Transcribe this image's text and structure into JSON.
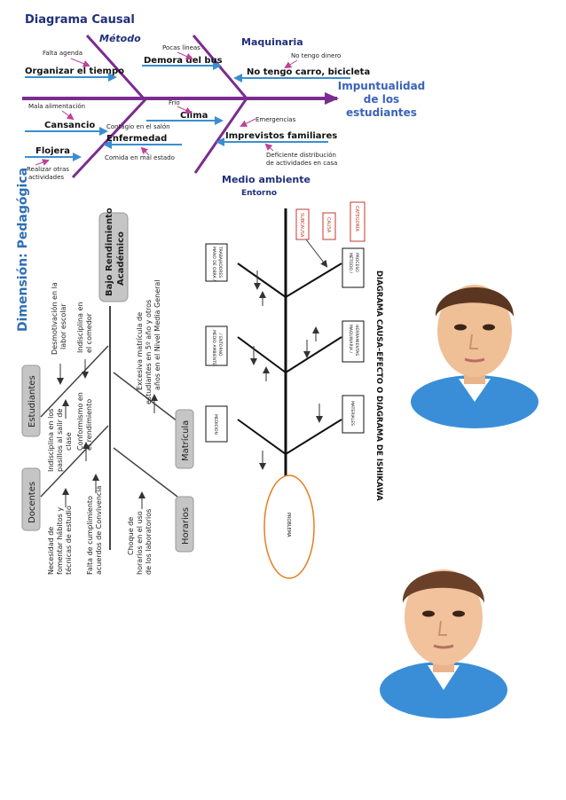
{
  "top_diagram": {
    "title": "Diagrama Causal",
    "effect": [
      "Impuntualidad",
      "de los",
      "estudiantes"
    ],
    "categories": {
      "metodo": "Método",
      "maquinaria": "Maquinaria",
      "medio_ambiente": "Medio ambiente",
      "medio_ambiente_cut": "Entorno"
    },
    "causes": {
      "organizar": "Organizar el tiempo",
      "falta_agenda": "Falta agenda",
      "demora_bus": "Demora del bus",
      "pocas_lineas": "Pocas líneas",
      "no_carro": "No tengo carro, bicicleta",
      "no_dinero": "No tengo dinero",
      "cansancio": "Cansancio",
      "mala_alim": "Mala alimentación",
      "clima": "Clima",
      "frio": "Frio",
      "enfermedad": "Enfermedad",
      "contagio": "Contagio  en el salón",
      "comida": "Comida en mal estado",
      "imprevistos": "Imprevistos familiares",
      "emergencias": "Emergencias",
      "deficiente": [
        "Deficiente distribución",
        "de actividades en casa"
      ],
      "flojera": "Flojera",
      "realizar": [
        "Realizar otras",
        "actividades"
      ]
    },
    "colors": {
      "spine": "#7b2c8f",
      "arrow": "#3a8ed0",
      "subarrow": "#c0409a",
      "heading": "#1f2f7a",
      "effect": "#3a63b8"
    }
  },
  "pedagogic_diagram": {
    "title": "Dimensión: Pedagógica",
    "effect": [
      "Bajo Rendimiento",
      "Académico"
    ],
    "categories": {
      "estudiantes": "Estudiantes",
      "docentes": "Docentes",
      "matricula": "Matrícula",
      "horarios": "Horarios"
    },
    "causes": {
      "desmotivacion": [
        "Desmotivación en la",
        "labor escolar"
      ],
      "indisciplina_comedor": [
        "Indisciplina en",
        "el comedor"
      ],
      "indisciplina_pasillos": [
        "Indisciplina en los",
        "pasillos al salir de",
        "clase"
      ],
      "conformismo": [
        "Conformismo en",
        "el rendimiento"
      ],
      "necesidad": [
        "Necesidad de",
        "fomentar hábitos y",
        "técnicas de estudio"
      ],
      "falta_cumplimiento": [
        "Falta de cumplimiento",
        "acuerdos de Convivencia"
      ],
      "excesiva": [
        "Excesiva matrícula de",
        "estudiantes en 5º año y otros",
        "años en el  Nivel Media General"
      ],
      "choque": [
        "Choque de",
        "horarios en el uso",
        "de los laboratorios"
      ]
    },
    "colors": {
      "title": "#2e6fb5",
      "box": "#c5c5c5"
    }
  },
  "ishikawa_template": {
    "title": "DIAGRAMA CAUSA–EFECTO O DIAGRAMA DE ISHIKAWA",
    "labels": {
      "categoria": "CATEGORÍA",
      "causa": "CAUSA",
      "subcausa": "SUBCAUSA",
      "metodo": [
        "MÉTODO /",
        "PROCESO"
      ],
      "maquinaria": [
        "MAQUINARIA /",
        "HERRAMIENTAS"
      ],
      "materiales": "MATERIALES",
      "mano_obra": [
        "MANO DE OBRA /",
        "TRABAJADORES"
      ],
      "medio_ambiente": [
        "MEDIO AMBIENTE",
        "/ ENTORNO"
      ],
      "medicion": "MEDICIÓN",
      "problema": "PROBLEMA"
    },
    "colors": {
      "red": "#c0392b",
      "oval": "#e67e22"
    }
  },
  "photos": {
    "shirt_color": "#3a8ed8"
  }
}
